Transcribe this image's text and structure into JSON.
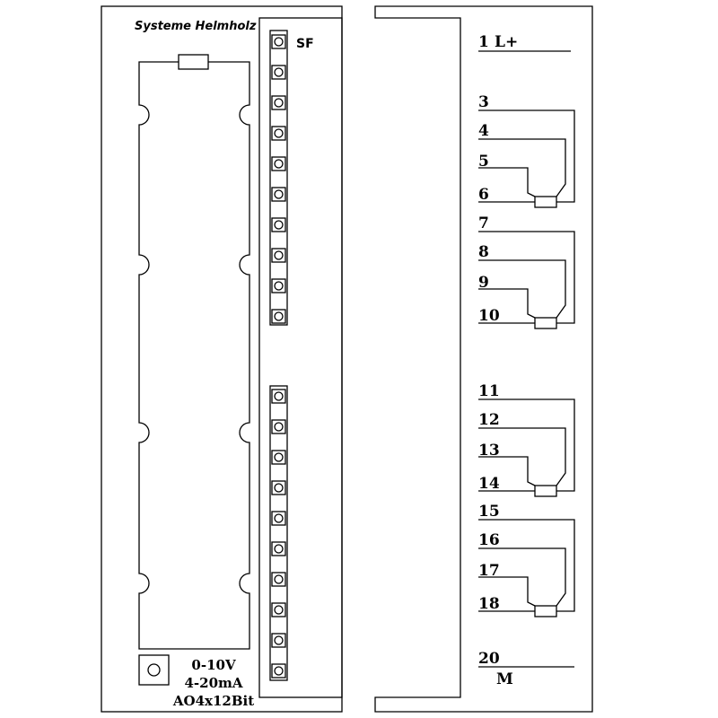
{
  "module": {
    "brand": "Systeme Helmholz",
    "status_label": "SF",
    "spec_lines": [
      "0-10V",
      "4-20mA",
      "AO4x12Bit"
    ],
    "led_count_top": 10,
    "led_count_bottom": 10
  },
  "terminals": {
    "supply_pos": {
      "num": "1",
      "label": "L+"
    },
    "channels": [
      {
        "pins": [
          "3",
          "4",
          "5",
          "6"
        ]
      },
      {
        "pins": [
          "7",
          "8",
          "9",
          "10"
        ]
      },
      {
        "pins": [
          "11",
          "12",
          "13",
          "14"
        ]
      },
      {
        "pins": [
          "15",
          "16",
          "17",
          "18"
        ]
      }
    ],
    "supply_gnd": {
      "num": "20",
      "label": "M"
    }
  }
}
